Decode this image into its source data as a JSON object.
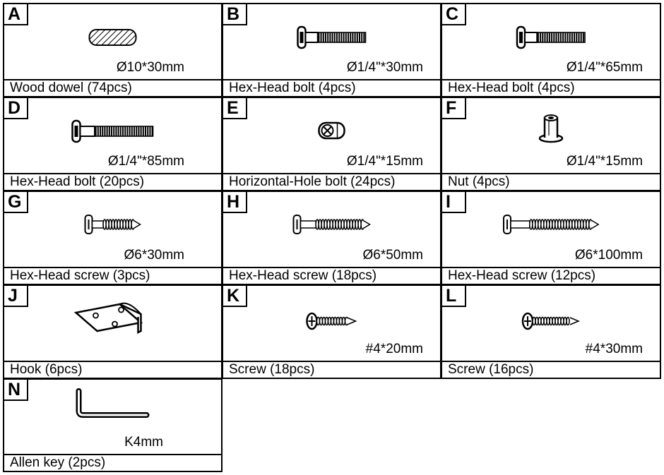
{
  "parts": [
    {
      "letter": "A",
      "size": "Ø10*30mm",
      "caption": "Wood dowel (74pcs)",
      "icon": "wood-dowel-icon"
    },
    {
      "letter": "B",
      "size": "Ø1/4\"*30mm",
      "caption": "Hex-Head bolt (4pcs)",
      "icon": "hex-head-bolt-icon"
    },
    {
      "letter": "C",
      "size": "Ø1/4\"*65mm",
      "caption": "Hex-Head bolt (4pcs)",
      "icon": "hex-head-bolt-icon"
    },
    {
      "letter": "D",
      "size": "Ø1/4\"*85mm",
      "caption": "Hex-Head bolt (20pcs)",
      "icon": "hex-head-bolt-icon"
    },
    {
      "letter": "E",
      "size": "Ø1/4\"*15mm",
      "caption": "Horizontal-Hole bolt (24pcs)",
      "icon": "cross-dowel-icon"
    },
    {
      "letter": "F",
      "size": "Ø1/4\"*15mm",
      "caption": "Nut (4pcs)",
      "icon": "barrel-nut-icon"
    },
    {
      "letter": "G",
      "size": "Ø6*30mm",
      "caption": "Hex-Head screw (3pcs)",
      "icon": "hex-head-screw-icon"
    },
    {
      "letter": "H",
      "size": "Ø6*50mm",
      "caption": "Hex-Head screw (18pcs)",
      "icon": "hex-head-screw-icon"
    },
    {
      "letter": "I",
      "size": "Ø6*100mm",
      "caption": "Hex-Head screw (12pcs)",
      "icon": "hex-head-screw-icon"
    },
    {
      "letter": "J",
      "size": "",
      "caption": "Hook (6pcs)",
      "icon": "hook-bracket-icon"
    },
    {
      "letter": "K",
      "size": "#4*20mm",
      "caption": "Screw (18pcs)",
      "icon": "phillips-screw-icon"
    },
    {
      "letter": "L",
      "size": "#4*30mm",
      "caption": "Screw (16pcs)",
      "icon": "phillips-screw-icon"
    },
    {
      "letter": "N",
      "size": "K4mm",
      "caption": "Allen key (2pcs)",
      "icon": "allen-key-icon"
    }
  ]
}
